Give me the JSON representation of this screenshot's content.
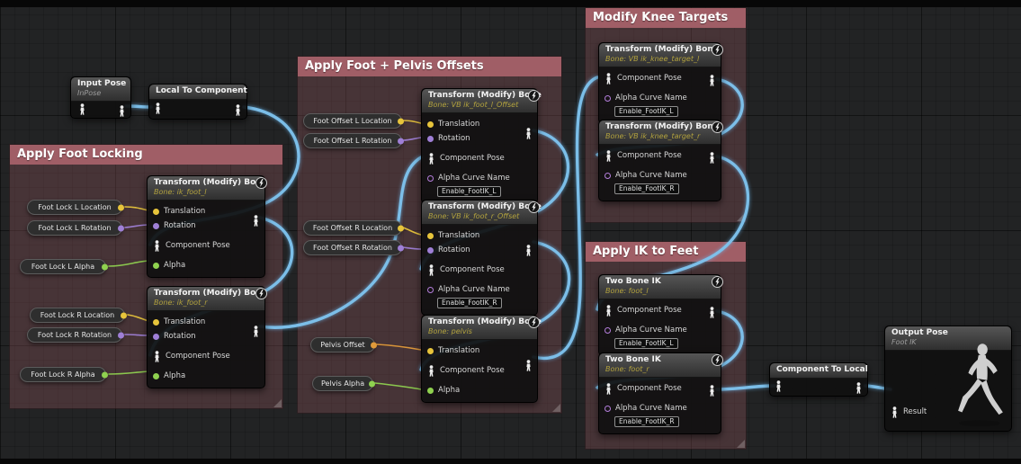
{
  "comments": {
    "foot_locking": "Apply Foot Locking",
    "offsets": "Apply Foot + Pelvis Offsets",
    "knee_targets": "Modify Knee Targets",
    "ik_feet": "Apply IK to Feet"
  },
  "labels": {
    "translation": "Translation",
    "rotation": "Rotation",
    "component_pose": "Component Pose",
    "alpha": "Alpha",
    "alpha_curve_name": "Alpha Curve Name",
    "result": "Result"
  },
  "nodes": {
    "input_pose": {
      "title": "Input Pose",
      "subtitle": "InPose"
    },
    "local_to_component": {
      "title": "Local To Component"
    },
    "tmb_foot_l": {
      "title": "Transform (Modify) Bone",
      "subtitle": "Bone: ik_foot_l"
    },
    "tmb_foot_r": {
      "title": "Transform (Modify) Bone",
      "subtitle": "Bone: ik_foot_r"
    },
    "tmb_vb_foot_l": {
      "title": "Transform (Modify) Bone",
      "subtitle": "Bone: VB ik_foot_l_Offset",
      "curve": "Enable_FootIK_L"
    },
    "tmb_vb_foot_r": {
      "title": "Transform (Modify) Bone",
      "subtitle": "Bone: VB ik_foot_r_Offset",
      "curve": "Enable_FootIK_R"
    },
    "tmb_pelvis": {
      "title": "Transform (Modify) Bone",
      "subtitle": "Bone: pelvis"
    },
    "tmb_knee_l": {
      "title": "Transform (Modify) Bone",
      "subtitle": "Bone: VB ik_knee_target_l",
      "curve": "Enable_FootIK_L"
    },
    "tmb_knee_r": {
      "title": "Transform (Modify) Bone",
      "subtitle": "Bone: VB ik_knee_target_r",
      "curve": "Enable_FootIK_R"
    },
    "two_bone_ik_l": {
      "title": "Two Bone IK",
      "subtitle": "Bone: foot_l",
      "curve": "Enable_FootIK_L"
    },
    "two_bone_ik_r": {
      "title": "Two Bone IK",
      "subtitle": "Bone: foot_r",
      "curve": "Enable_FootIK_R"
    },
    "component_to_local": {
      "title": "Component To Local"
    },
    "output_pose": {
      "title": "Output Pose",
      "subtitle": "Foot IK"
    }
  },
  "pills": {
    "foot_lock_l_location": "Foot Lock L Location",
    "foot_lock_l_rotation": "Foot Lock L Rotation",
    "foot_lock_l_alpha": "Foot Lock L Alpha",
    "foot_lock_r_location": "Foot Lock R Location",
    "foot_lock_r_rotation": "Foot Lock R Rotation",
    "foot_lock_r_alpha": "Foot Lock R Alpha",
    "foot_offset_l_location": "Foot Offset L Location",
    "foot_offset_l_rotation": "Foot Offset L Rotation",
    "foot_offset_r_location": "Foot Offset R Location",
    "foot_offset_r_rotation": "Foot Offset R Rotation",
    "pelvis_offset": "Pelvis Offset",
    "pelvis_alpha": "Pelvis Alpha"
  },
  "colors": {
    "pose_wire": "#7ec3ee",
    "location_pin": "#e7c43b",
    "rotation_pin": "#9f7fd6",
    "alpha_pin": "#8fd14f",
    "curve_name_pin": "#b57edc",
    "pelvis_offset_wire": "#e09a3a",
    "comment_header": "#a05e66",
    "comment_body": "rgba(158,92,99,0.30)"
  }
}
